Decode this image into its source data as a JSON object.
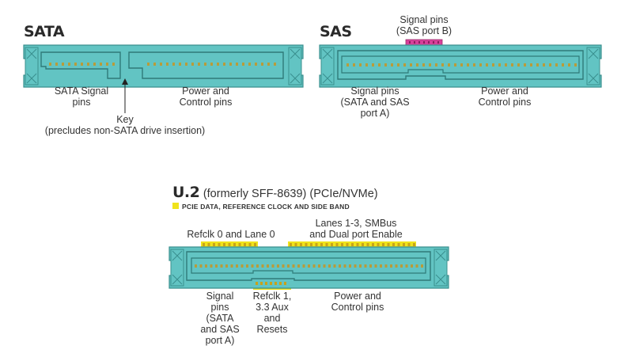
{
  "sata": {
    "title": "SATA",
    "signal_label": "SATA Signal\npins",
    "power_label": "Power and\nControl pins",
    "key_label": "Key\n(precludes non-SATA drive insertion)"
  },
  "sas": {
    "title": "SAS",
    "port_b_label": "Signal pins\n(SAS port B)",
    "signal_label": "Signal pins\n(SATA and SAS\nport A)",
    "power_label": "Power and\nControl pins"
  },
  "u2": {
    "title": "U.2",
    "subtitle": "(formerly SFF-8639) (PCIe/NVMe)",
    "legend": "PCIE DATA, REFERENCE CLOCK AND SIDE BAND",
    "refclk0_label": "Refclk 0 and Lane 0",
    "lanes_label": "Lanes 1-3, SMBus\nand Dual port Enable",
    "signal_label": "Signal\npins\n(SATA\nand SAS\nport A)",
    "refclk1_label": "Refclk 1,\n3.3 Aux\nand\nResets",
    "power_label": "Power and\nControl pins"
  },
  "colors": {
    "body": "#62c4c3",
    "body_dark": "#3a8f8e",
    "pin": "#b89c3a",
    "pcie": "#f0e31c",
    "sas_port_b": "#d8409a"
  }
}
